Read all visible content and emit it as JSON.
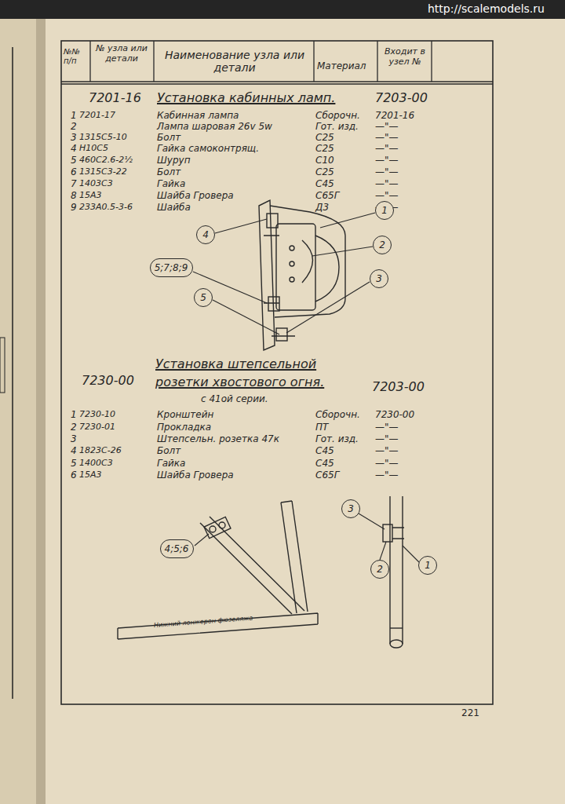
{
  "diagram": {
    "nodes": [
      {
        "text": [
          "1"
        ]
      },
      {
        "text": [
          "2"
        ]
      },
      {
        "text": [
          "3"
        ]
      },
      {
        "text": [
          "4"
        ]
      },
      {
        "text": [
          "5;7;8;9"
        ]
      },
      {
        "text": [
          "5"
        ]
      },
      {
        "text": [
          "4;5;6"
        ]
      },
      {
        "text": [
          "3"
        ]
      },
      {
        "text": [
          "2"
        ]
      },
      {
        "text": [
          "1"
        ]
      }
    ],
    "labels": [
      "http://scalemodels.ru",
      "№№ п/п",
      "№ узла или детали",
      "Наименование узла или детали",
      "Материал",
      "Входит в узел №",
      "7201-16",
      "Установка кабинных ламп.",
      "7203-00",
      "1",
      "7201-17",
      "Кабинная лампа",
      "Сборочн.",
      "7201-16",
      "2",
      "Лампа шаровая 26v 5w",
      "Гот. изд.",
      "—\"—",
      "3",
      "1315С5-10",
      "Болт",
      "С25",
      "—\"—",
      "4",
      "Н10С5",
      "Гайка самоконтрящ.",
      "С25",
      "—\"—",
      "5",
      "460С2.6-2½",
      "Шуруп",
      "С10",
      "—\"—",
      "6",
      "1315С3-22",
      "Болт",
      "С25",
      "—\"—",
      "7",
      "1403С3",
      "Гайка",
      "С45",
      "—\"—",
      "8",
      "15А3",
      "Шайба Гровера",
      "С65Г",
      "—\"—",
      "9",
      "233А0.5-3-6",
      "Шайба",
      "Д3",
      "—\"—",
      "7230-00",
      "Установка штепсельной розетки хвостового огня.",
      "7203-00",
      "с 41ой серии.",
      "1",
      "7230-10",
      "Кронштейн",
      "Сборочн.",
      "7230-00",
      "2",
      "7230-01",
      "Прокладка",
      "ПТ",
      "—\"—",
      "3",
      "Штепсельн. розетка 47к",
      "Гот. изд.",
      "—\"—",
      "4",
      "1823С-26",
      "Болт",
      "С45",
      "—\"—",
      "5",
      "1400С3",
      "Гайка",
      "С45",
      "—\"—",
      "6",
      "15А3",
      "Шайба Гровера",
      "С65Г",
      "—\"—",
      "Нижний лонжерон фюзеляжа",
      "221"
    ]
  }
}
